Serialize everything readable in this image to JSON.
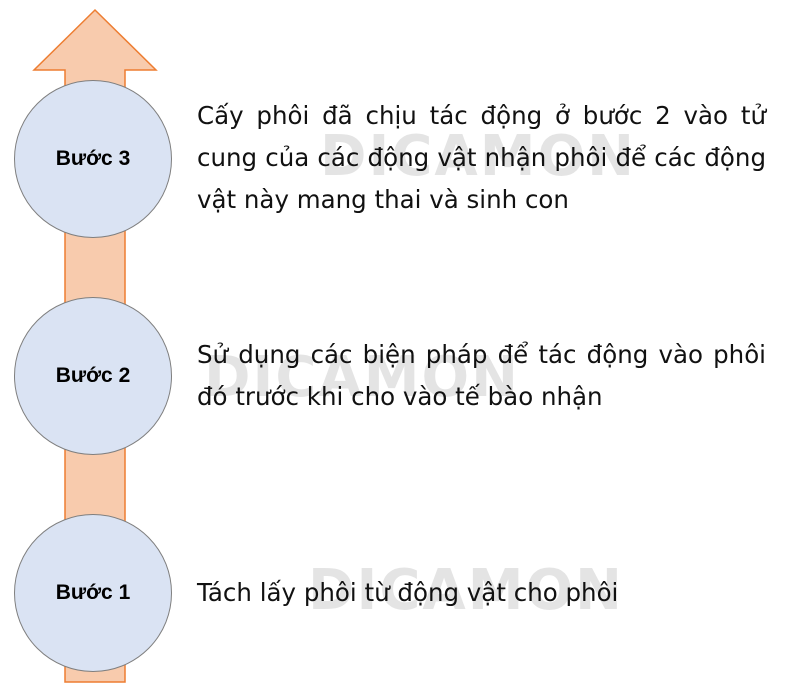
{
  "watermark": {
    "text": "DICAMON"
  },
  "arrow": {
    "fill": "#f8cbad",
    "stroke": "#ed7d31"
  },
  "steps": [
    {
      "label": "Bước 3",
      "text": "Cấy phôi đã chịu tác động ở bước 2 vào tử cung của các động vật nhận phôi để các động vật này mang thai và sinh con"
    },
    {
      "label": "Bước 2",
      "text": "Sử dụng các biện pháp để tác động vào phôi đó trước khi cho vào tế bào nhận"
    },
    {
      "label": "Bước 1",
      "text": "Tách lấy phôi từ động vật cho phôi"
    }
  ]
}
